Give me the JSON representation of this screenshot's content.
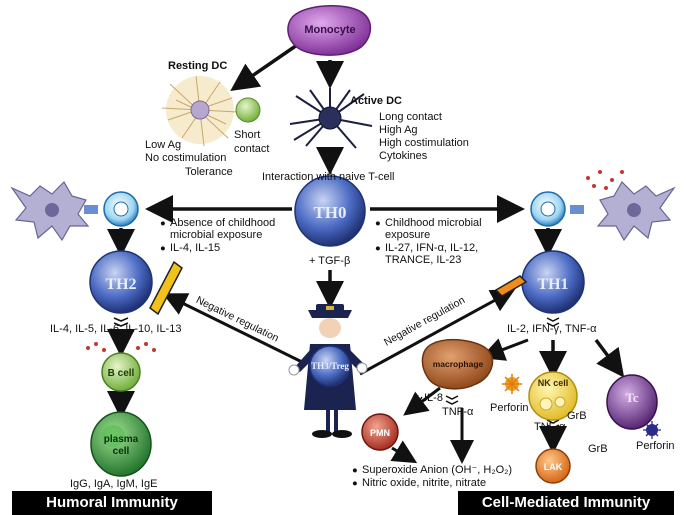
{
  "nodes": {
    "monocyte": "Monocyte",
    "resting_dc": "Resting DC",
    "active_dc": "Active DC",
    "th0": "TH0",
    "th2": "TH2",
    "th1": "TH1",
    "treg": "TH3/Treg",
    "b_cell": "B cell",
    "plasma_cell": "plasma cell",
    "macrophage": "macrophage",
    "nk_cell": "NK cell",
    "pmn": "PMN",
    "lak": "LAK",
    "tc": "Tc"
  },
  "resting_dc_notes": {
    "low_ag": "Low Ag",
    "no_costim": "No costimulation",
    "tolerance": "Tolerance",
    "short": "Short",
    "contact": "contact"
  },
  "active_dc_notes": [
    "Long contact",
    "High Ag",
    "High costimulation",
    "Cytokines"
  ],
  "interaction": "Interaction with naive T-cell",
  "left_conditions": [
    "Absence of childhood",
    "microbial exposure",
    "IL-4, IL-15"
  ],
  "right_conditions": [
    "Childhood microbial",
    "exposure",
    "IL-27, IFN-α, IL-12,",
    "TRANCE, IL-23"
  ],
  "tgf": "+ TGF-β",
  "negative_regulation": "Negative regulation",
  "th2_cytokines": "IL-4, IL-5, IL-6, IL-10, IL-13",
  "th1_cytokines": "IL-2, IFN-γ, TNF-α",
  "il8": "IL-8",
  "tnf": "TNF-α",
  "perforin": "Perforin",
  "grb": "GrB",
  "antibodies": "IgG, IgA, IgM, IgE",
  "outputs": [
    "Superoxide Anion (OH⁻, H₂O₂)",
    "Nitric oxide, nitrite, nitrate"
  ],
  "bullet": "●",
  "humoral": "Humoral Immunity",
  "cell_mediated": "Cell-Mediated Immunity",
  "colors": {
    "monocyte": "#9b3fb0",
    "th": "#3f5fb8",
    "b_cell": "#8fcf5a",
    "plasma_cell": "#2e9a3a",
    "macrophage": "#b8652a",
    "nk_cell": "#f2d43a",
    "pmn": "#c0392b",
    "lak": "#e0701e",
    "tc": "#6a2f86",
    "dc_green": "#7fbf3f",
    "arrow": "#111111",
    "cytokine_dot": "#c0392b"
  }
}
